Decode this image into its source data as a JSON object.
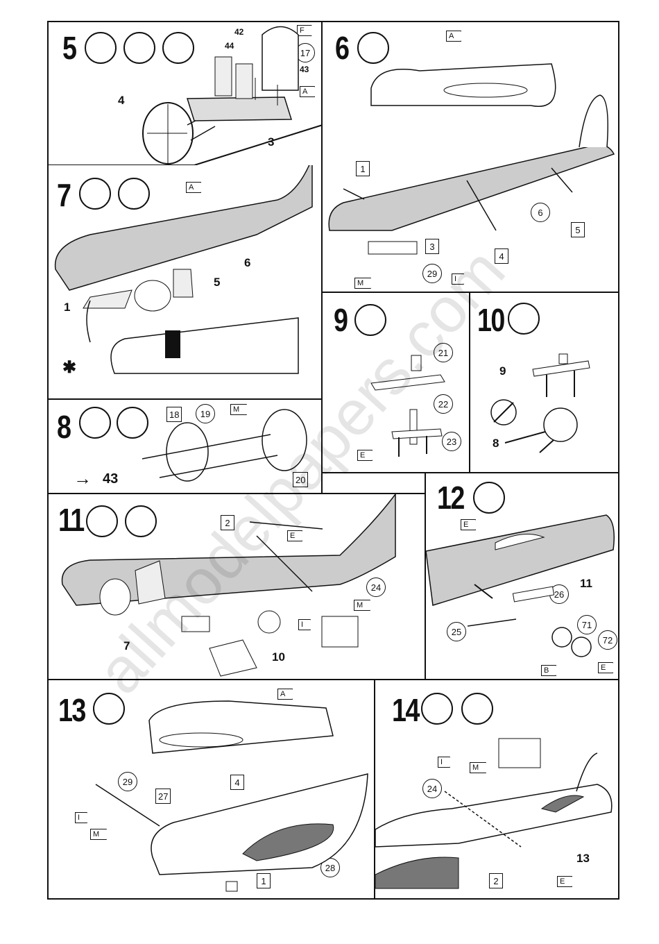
{
  "watermark": "allmodelpapers.com",
  "steps": {
    "s5": {
      "num": "5",
      "labels": [
        "4",
        "3",
        "42",
        "44",
        "43"
      ],
      "circles": [
        "17"
      ],
      "flags": [
        "F",
        "A"
      ]
    },
    "s6": {
      "num": "6",
      "labels": [],
      "circles": [
        "6",
        "29"
      ],
      "boxes": [
        "1",
        "3",
        "4",
        "5"
      ],
      "flags": [
        "A",
        "M",
        "I"
      ]
    },
    "s7": {
      "num": "7",
      "labels": [
        "1",
        "5",
        "6"
      ],
      "flags": [
        "A"
      ],
      "note_symbol": "✱"
    },
    "s8": {
      "num": "8",
      "labels": [
        "43"
      ],
      "circles": [
        "19"
      ],
      "boxes": [
        "18",
        "20"
      ],
      "flags": [
        "M"
      ],
      "arrow": "→"
    },
    "s9": {
      "num": "9",
      "circles": [
        "21",
        "22",
        "23"
      ],
      "flags": [
        "E"
      ]
    },
    "s10": {
      "num": "10",
      "labels": [
        "9",
        "8"
      ]
    },
    "s11": {
      "num": "11",
      "labels": [
        "7",
        "10"
      ],
      "circles": [
        "24"
      ],
      "boxes": [
        "2"
      ],
      "flags": [
        "E",
        "M",
        "I"
      ]
    },
    "s12": {
      "num": "12",
      "labels": [
        "11"
      ],
      "circles": [
        "26",
        "25",
        "71",
        "72"
      ],
      "flags": [
        "E",
        "B",
        "E"
      ]
    },
    "s13": {
      "num": "13",
      "circles": [
        "29",
        "28"
      ],
      "boxes": [
        "27",
        "4",
        "1"
      ],
      "flags": [
        "A",
        "I",
        "M"
      ]
    },
    "s14": {
      "num": "14",
      "labels": [
        "13"
      ],
      "circles": [
        "24"
      ],
      "boxes": [
        "2"
      ],
      "flags": [
        "I",
        "M",
        "E"
      ]
    }
  },
  "icons": {
    "glue": "glue-tube-icon",
    "clock": "drying-time-clock-icon",
    "paint": "paint-decal-icon",
    "no_glue": "no-glue-icon",
    "decal": "decal-tape-icon"
  }
}
